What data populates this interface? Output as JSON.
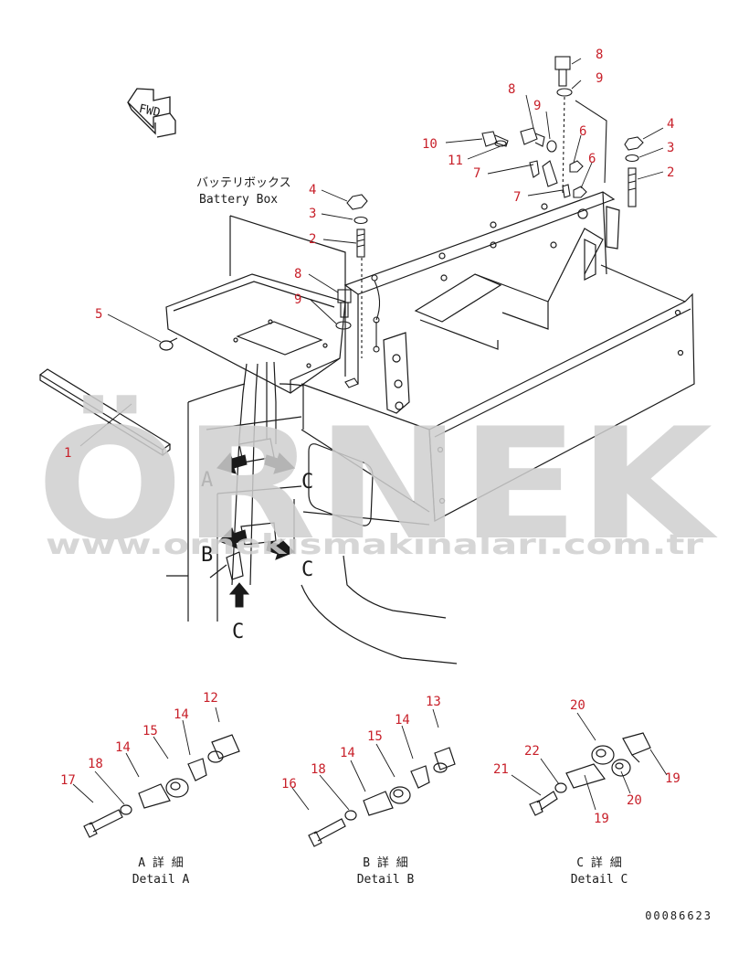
{
  "watermark": {
    "brand": "ÖRNEK",
    "url": "www.ornekismakinalari.com.tr",
    "color": "#cfcfcf"
  },
  "colors": {
    "line": "#1a1a1a",
    "callout": "#c8202a",
    "watermark": "#cfcfcf"
  },
  "direction_marker": {
    "label": "FWD"
  },
  "assembly": {
    "title_jp": "バッテリボックス",
    "title_en": "Battery Box"
  },
  "callouts": [
    {
      "id": "c-8-top",
      "label": "8"
    },
    {
      "id": "c-9-top",
      "label": "9"
    },
    {
      "id": "c-8-mid",
      "label": "8"
    },
    {
      "id": "c-9-mid",
      "label": "9"
    },
    {
      "id": "c-6-a",
      "label": "6"
    },
    {
      "id": "c-6-b",
      "label": "6"
    },
    {
      "id": "c-10",
      "label": "10"
    },
    {
      "id": "c-11",
      "label": "11"
    },
    {
      "id": "c-7-a",
      "label": "7"
    },
    {
      "id": "c-7-b",
      "label": "7"
    },
    {
      "id": "c-4-right",
      "label": "4"
    },
    {
      "id": "c-3-right",
      "label": "3"
    },
    {
      "id": "c-2-right",
      "label": "2"
    },
    {
      "id": "c-4-left",
      "label": "4"
    },
    {
      "id": "c-3-left",
      "label": "3"
    },
    {
      "id": "c-2-left",
      "label": "2"
    },
    {
      "id": "c-8-box",
      "label": "8"
    },
    {
      "id": "c-9-box",
      "label": "9"
    },
    {
      "id": "c-5",
      "label": "5"
    },
    {
      "id": "c-1",
      "label": "1"
    },
    {
      "id": "a-12",
      "label": "12"
    },
    {
      "id": "a-14-top",
      "label": "14"
    },
    {
      "id": "a-15",
      "label": "15"
    },
    {
      "id": "a-14-low",
      "label": "14"
    },
    {
      "id": "a-18",
      "label": "18"
    },
    {
      "id": "a-17",
      "label": "17"
    },
    {
      "id": "b-13",
      "label": "13"
    },
    {
      "id": "b-14-top",
      "label": "14"
    },
    {
      "id": "b-15",
      "label": "15"
    },
    {
      "id": "b-14-low",
      "label": "14"
    },
    {
      "id": "b-18",
      "label": "18"
    },
    {
      "id": "b-16",
      "label": "16"
    },
    {
      "id": "c-20-top",
      "label": "20"
    },
    {
      "id": "c-22",
      "label": "22"
    },
    {
      "id": "c-21",
      "label": "21"
    },
    {
      "id": "c-19-right",
      "label": "19"
    },
    {
      "id": "c-20-low",
      "label": "20"
    },
    {
      "id": "c-19-low",
      "label": "19"
    }
  ],
  "view_markers": [
    {
      "id": "vm-a",
      "label": "A"
    },
    {
      "id": "vm-b",
      "label": "B"
    },
    {
      "id": "vm-c-upper",
      "label": "C"
    },
    {
      "id": "vm-c-mid",
      "label": "C"
    },
    {
      "id": "vm-c-lower",
      "label": "C"
    }
  ],
  "details": [
    {
      "id": "detail-a",
      "title_jp": "A 詳 細",
      "title_en": "Detail A"
    },
    {
      "id": "detail-b",
      "title_jp": "B 詳 細",
      "title_en": "Detail B"
    },
    {
      "id": "detail-c",
      "title_jp": "C 詳 細",
      "title_en": "Detail C"
    }
  ],
  "drawing_number": "00086623"
}
